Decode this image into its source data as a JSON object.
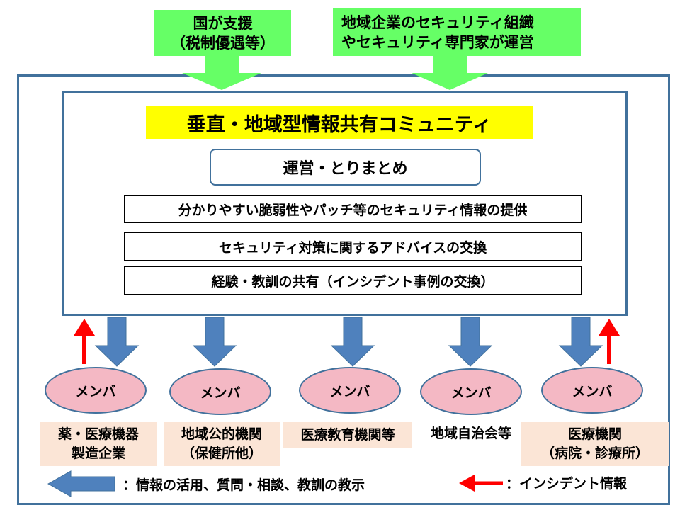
{
  "top": {
    "support": [
      "国が支援",
      "（税制優遇等）"
    ],
    "operator": [
      "地域企業のセキュリティ組織",
      "やセキュリティ専門家が運営"
    ]
  },
  "community": {
    "title": "垂直・地域型情報共有コミュニティ",
    "operations": "運営・とりまとめ",
    "activities": [
      "分かりやすい脆弱性やパッチ等のセキュリティ情報の提供",
      "セキュリティ対策に関するアドバイスの交換",
      "経験・教訓の共有（インシデント事例の交換）"
    ]
  },
  "members": [
    {
      "badge": "メンバ",
      "label": [
        "薬・医療機器",
        "製造企業"
      ]
    },
    {
      "badge": "メンバ",
      "label": [
        "地域公的機関",
        "（保健所他）"
      ]
    },
    {
      "badge": "メンバ",
      "label": [
        "医療教育機関等"
      ]
    },
    {
      "badge": "メンバ",
      "label": [
        "地域自治会等"
      ]
    },
    {
      "badge": "メンバ",
      "label": [
        "医療機関",
        "（病院・診療所）"
      ]
    }
  ],
  "legend": {
    "blue_arrow": "：情報の活用、質問・相談、教訓の教示",
    "red_arrow": "：インシデント情報"
  },
  "colors": {
    "green": "#66ff66",
    "yellow": "#ffff00",
    "frame_blue": "#41719c",
    "arrow_blue": "#4f81bd",
    "arrow_red": "#ff0000",
    "member_pink": "#f4b8c4",
    "label_peach": "#fbe5d6"
  }
}
